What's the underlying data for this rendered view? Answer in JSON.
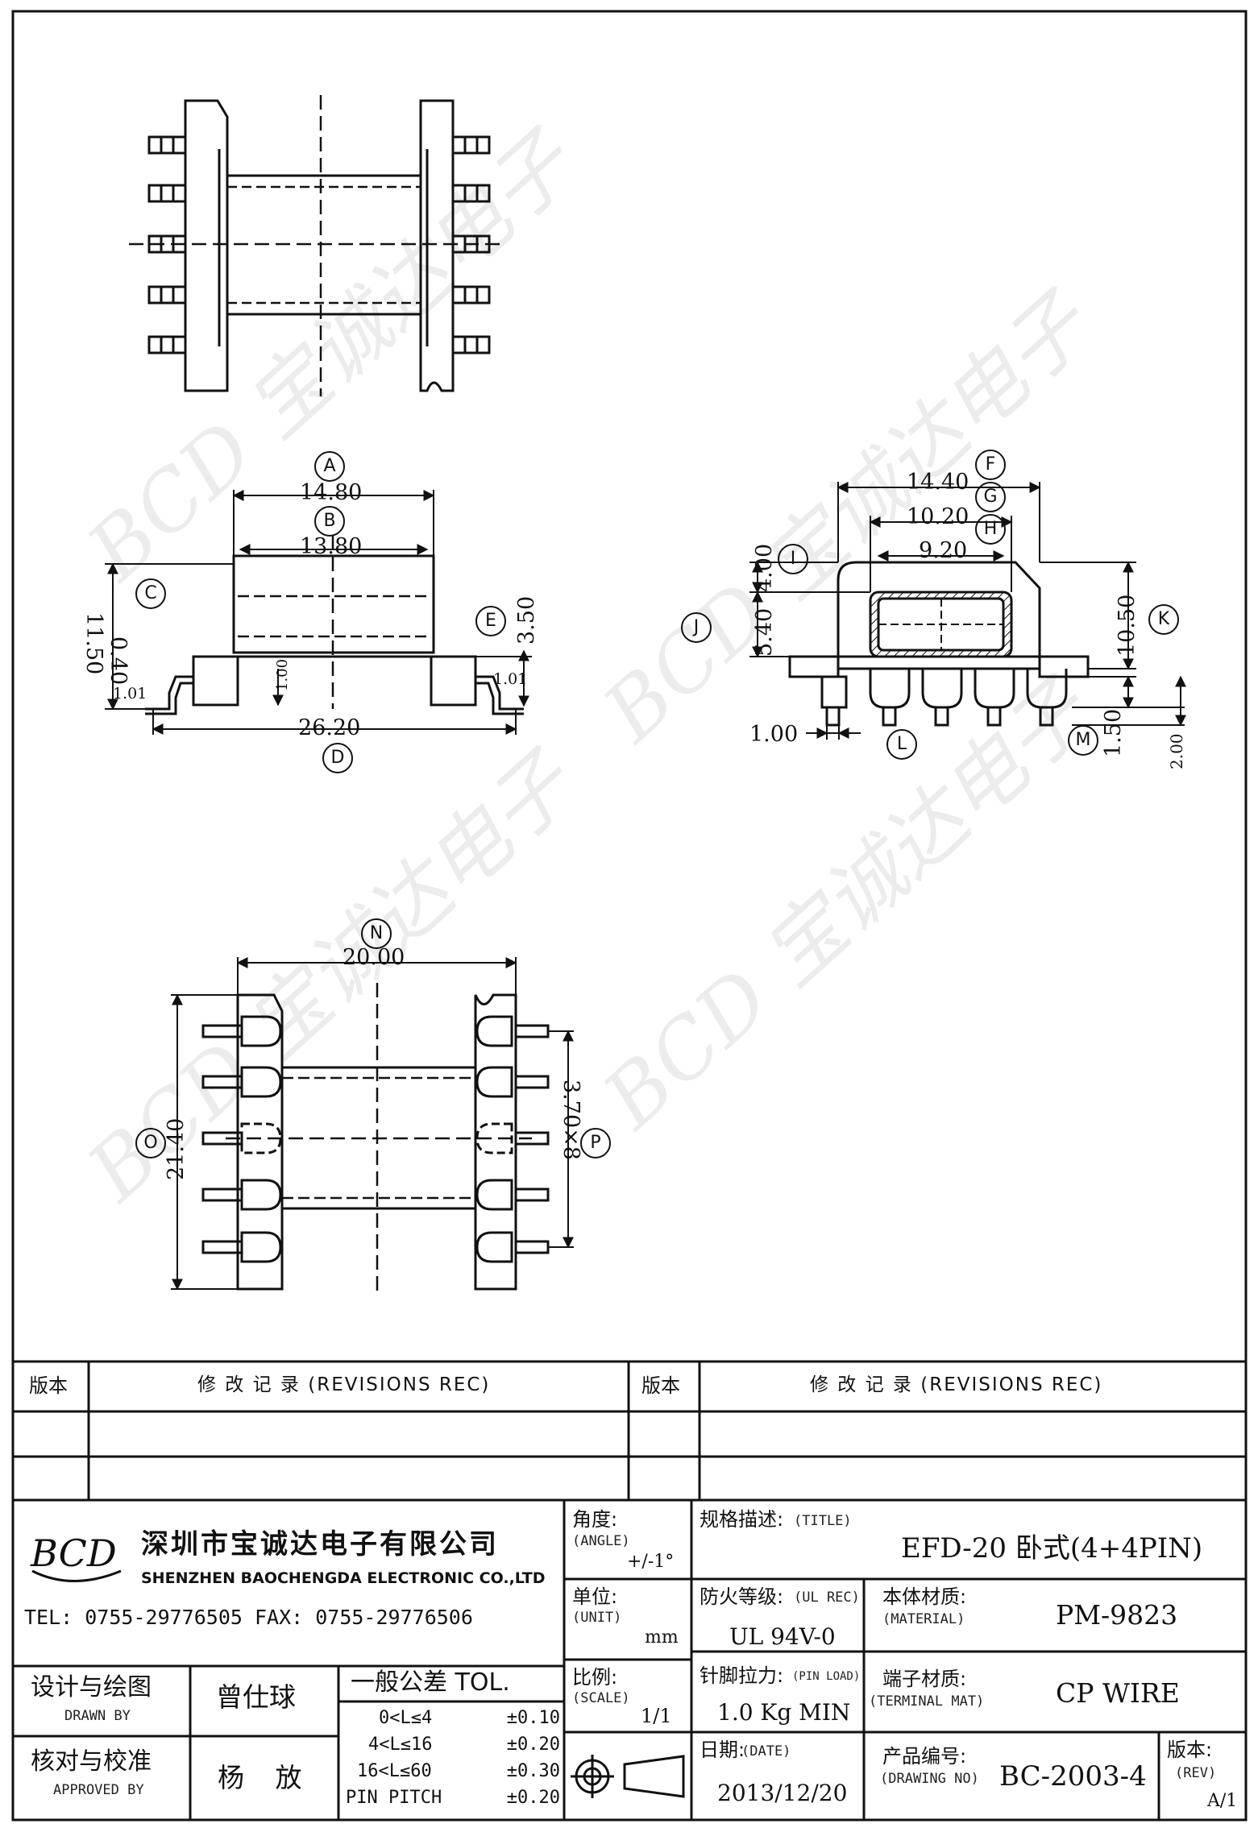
{
  "dimensions": {
    "A": "14.80",
    "B": "13.80",
    "C": "0.40",
    "C2": "11.50",
    "D": "26.20",
    "E": "3.50",
    "E2": "1.01",
    "left_foot": "1.01",
    "pin_h": "1.00",
    "F": "14.40",
    "G": "10.20",
    "H": "9.20",
    "I": "4.00",
    "J": "5.40",
    "K": "10.50",
    "L": "1.00",
    "M": "1.50",
    "M2": "2.00",
    "N": "20.00",
    "O": "21.40",
    "P": "3.70×8"
  },
  "callouts": [
    "A",
    "B",
    "C",
    "D",
    "E",
    "F",
    "G",
    "H",
    "I",
    "J",
    "K",
    "L",
    "M",
    "N",
    "O",
    "P"
  ],
  "watermark": "BCD 宝诚达电子",
  "revisions": {
    "ver_label": "版本",
    "rev_label": "修 改 记 录 (REVISIONS REC)"
  },
  "company": {
    "logo": "BCD",
    "name_cn": "深圳市宝诚达电子有限公司",
    "name_en": "SHENZHEN BAOCHENGDA ELECTRONIC CO.,LTD",
    "contact": "TEL: 0755-29776505  FAX: 0755-29776506"
  },
  "title_block": {
    "angle_label": "角度:",
    "angle_label_en": "(ANGLE)",
    "angle_value": "+/-1°",
    "unit_label": "单位:",
    "unit_label_en": "(UNIT)",
    "unit_value": "mm",
    "scale_label": "比例:",
    "scale_label_en": "(SCALE)",
    "scale_value": "1/1",
    "title_label": "规格描述:",
    "title_label_en": "(TITLE)",
    "title_value": "EFD-20 卧式(4+4PIN)",
    "ul_label": "防火等级:",
    "ul_label_en": "(UL REC)",
    "ul_value": "UL 94V-0",
    "material_label": "本体材质:",
    "material_label_en": "(MATERIAL)",
    "material_value": "PM-9823",
    "pinload_label": "针脚拉力:",
    "pinload_label_en": "(PIN LOAD)",
    "pinload_value": "1.0 Kg MIN",
    "terminal_label": "端子材质:",
    "terminal_label_en": "(TERMINAL MAT)",
    "terminal_value": "CP WIRE",
    "date_label": "日期:",
    "date_label_en": "(DATE)",
    "date_value": "2013/12/20",
    "drawing_label": "产品编号:",
    "drawing_label_en": "(DRAWING NO)",
    "drawing_value": "BC-2003-4",
    "rev_label": "版本:",
    "rev_label_en": "(REV)",
    "rev_value": "A/1",
    "drawn_label": "设计与绘图",
    "drawn_label_en": "DRAWN BY",
    "drawn_value": "曾仕球",
    "approved_label": "核对与校准",
    "approved_label_en": "APPROVED BY",
    "approved_value": "杨 放",
    "tol_title": "一般公差 TOL.",
    "tol_rows": [
      {
        "range": "0<L≤4",
        "tol": "±0.10"
      },
      {
        "range": "4<L≤16",
        "tol": "±0.20"
      },
      {
        "range": "16<L≤60",
        "tol": "±0.30"
      },
      {
        "range": "PIN PITCH",
        "tol": "±0.20"
      }
    ]
  }
}
